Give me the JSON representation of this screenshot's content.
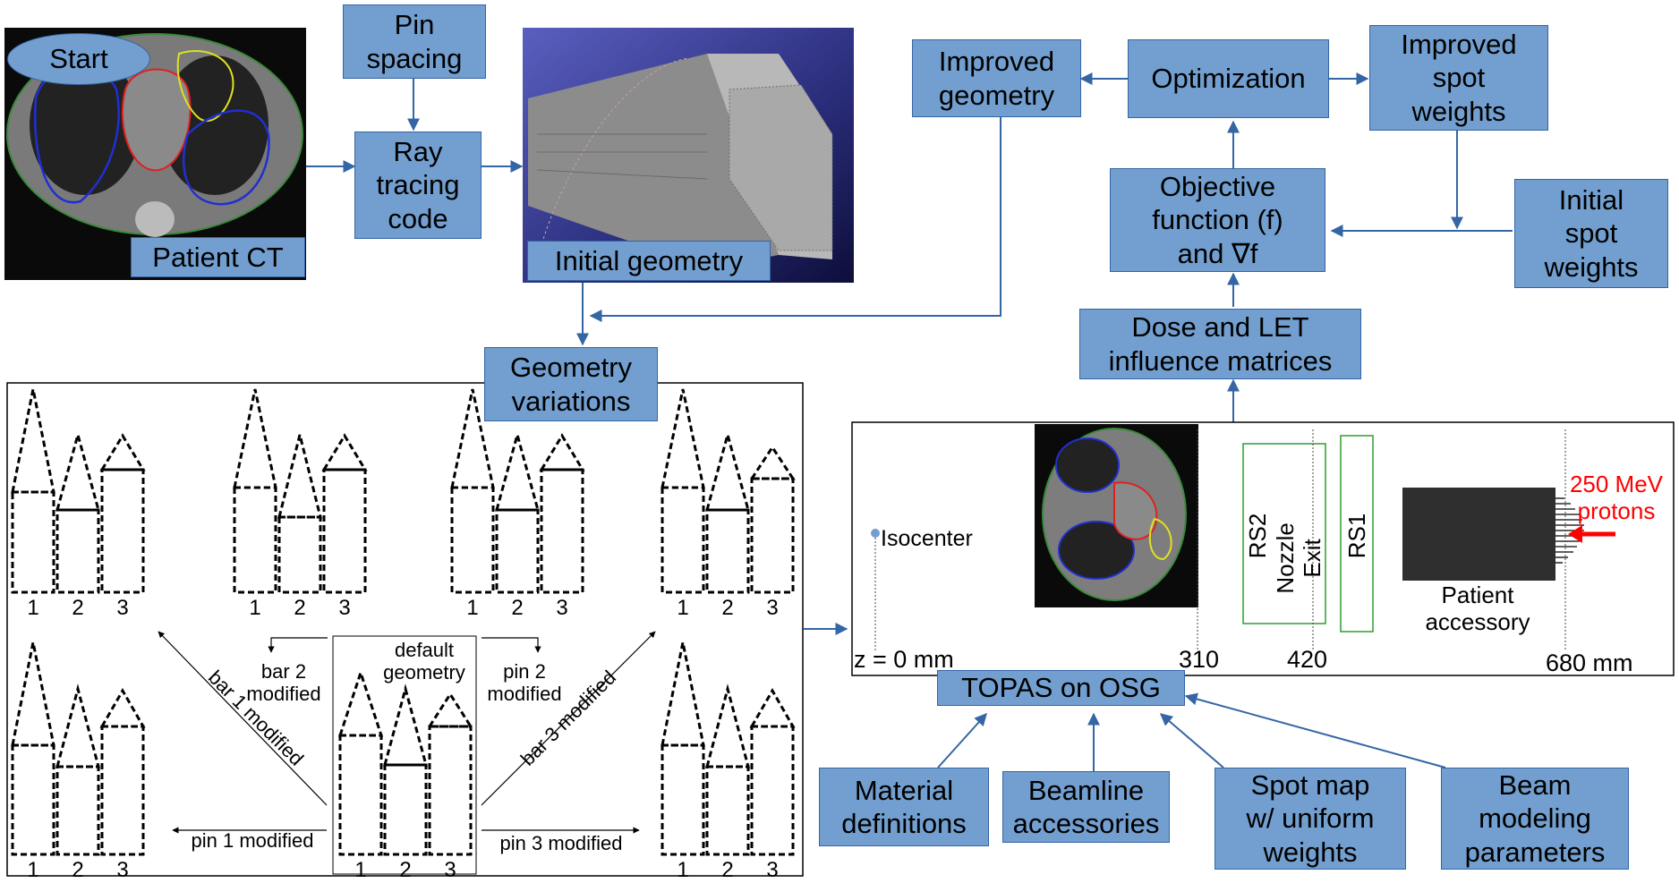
{
  "boxes": {
    "start": "Start",
    "patient_ct": "Patient CT",
    "pin_spacing": "Pin\nspacing",
    "ray_tracing": "Ray\ntracing\ncode",
    "initial_geometry": "Initial geometry",
    "improved_geometry": "Improved\ngeometry",
    "optimization": "Optimization",
    "improved_spot_weights": "Improved\nspot\nweights",
    "objective_function": "Objective\nfunction (f)\nand ∇f",
    "initial_spot_weights": "Initial\nspot\nweights",
    "dose_let": "Dose and LET\ninfluence matrices",
    "geometry_variations": "Geometry\nvariations",
    "topas": "TOPAS on OSG",
    "material_definitions": "Material\ndefinitions",
    "beamline_accessories": "Beamline\naccessories",
    "spot_map": "Spot map\nw/ uniform\nweights",
    "beam_modeling": "Beam\nmodeling\nparameters"
  },
  "variations": {
    "default_geometry": "default\ngeometry",
    "bar_labels": [
      "1",
      "2",
      "3"
    ],
    "bar2_modified": "bar 2\nmodified",
    "pin2_modified": "pin 2\nmodified",
    "bar1_modified": "bar 1 modified",
    "bar3_modified": "bar 3 modified",
    "pin1_modified": "pin 1 modified",
    "pin3_modified": "pin 3 modified"
  },
  "beamline": {
    "isocenter": "Isocenter",
    "rs2": "RS2",
    "nozzle_exit": "Nozzle Exit",
    "rs1": "RS1",
    "patient_accessory": "Patient\naccessory",
    "energy": "250 MeV\nprotons",
    "z0": "z = 0 mm",
    "z310": "310",
    "z420": "420",
    "z680": "680 mm"
  },
  "colors": {
    "box_fill": "#729fcf",
    "box_border": "#3465a4",
    "arrow": "#3465a4",
    "proton_red": "#ff0000",
    "rs_green": "#2e9e2e"
  }
}
